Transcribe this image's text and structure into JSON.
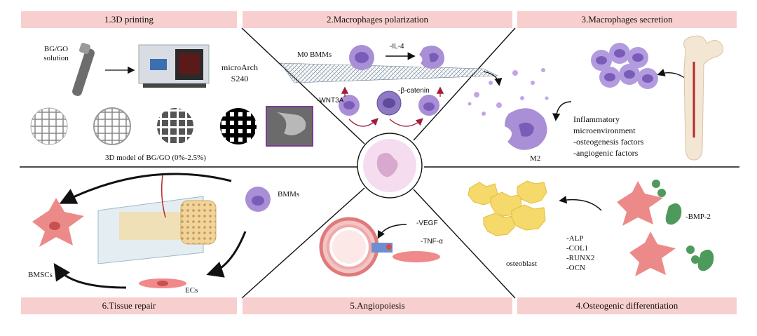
{
  "colors": {
    "banner": "#f8cfcf",
    "macrophage": "#a88fd6",
    "macrophage_nucleus": "#7a5cb8",
    "msc": "#ec8a8a",
    "osteoblast": "#f5d96b",
    "bmp": "#4e9a5c",
    "vessel": "#e07a7a"
  },
  "sections": [
    {
      "id": "1",
      "title": "1.3D printing"
    },
    {
      "id": "2",
      "title": "2.Macrophages polarization"
    },
    {
      "id": "3",
      "title": "3.Macrophages secretion"
    },
    {
      "id": "4",
      "title": "4.Osteogenic differentiation"
    },
    {
      "id": "5",
      "title": "5.Angiopoiesis"
    },
    {
      "id": "6",
      "title": "6.Tissue repair"
    }
  ],
  "printing": {
    "solution": "BG/GO\nsolution",
    "printer": "microArch\nS240",
    "model": "3D model of BG/GO (0%-2.5%)"
  },
  "polarization": {
    "m0": "M0 BMMs",
    "il4": "-IL-4",
    "wnt3a": "-WNT3A",
    "catenin": "-β-catenin",
    "m2": "M2"
  },
  "secretion": {
    "line1": "Inflammatory",
    "line2": "microenvironment",
    "line3": "-osteogenesis factors",
    "line4": "-angiogenic factors"
  },
  "osteogenic": {
    "bmp": "-BMP-2",
    "markers": [
      "-ALP",
      "-COL1",
      "-RUNX2",
      "-OCN"
    ],
    "osteoblast": "osteoblast"
  },
  "angiopoiesis": {
    "vegf": "-VEGF",
    "tnf": "-TNF-α"
  },
  "repair": {
    "bmms": "BMMs",
    "bmscs": "BMSCs",
    "ecs": "ECs"
  }
}
